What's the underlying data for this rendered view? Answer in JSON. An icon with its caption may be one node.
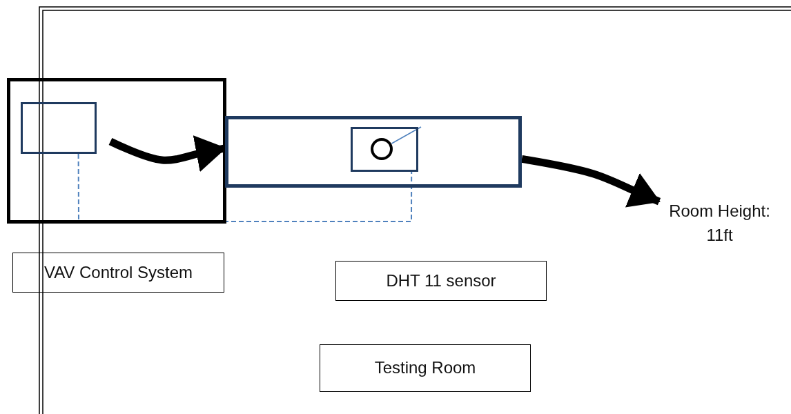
{
  "diagram": {
    "nodes": [
      {
        "text": [],
        "shape": "box"
      },
      {
        "text": [],
        "shape": "box",
        "in": 0
      },
      {
        "text": [],
        "shape": "box"
      },
      {
        "text": [],
        "shape": "box",
        "in": 2
      },
      {
        "text": [],
        "shape": "circle",
        "in": 3
      },
      {
        "text": [
          "Room Height: 11ft"
        ]
      },
      {
        "text": [
          "VAV Control System"
        ]
      },
      {
        "text": [
          "DHT 11 sensor"
        ]
      },
      {
        "text": [
          "Testing Room"
        ]
      }
    ],
    "edges": [
      {
        "from": null,
        "to": 2,
        "arrow": "to",
        "style": "thick",
        "color": "#000000"
      },
      {
        "from": 2,
        "to": 5,
        "arrow": "to",
        "style": "thick",
        "color": "#000000"
      },
      {
        "from": 1,
        "to": 3,
        "arrow": "none",
        "style": "dashed",
        "color": "#4f81bd"
      },
      {
        "from": 4,
        "to": null,
        "arrow": "none",
        "color": "#4f81bd"
      }
    ]
  }
}
